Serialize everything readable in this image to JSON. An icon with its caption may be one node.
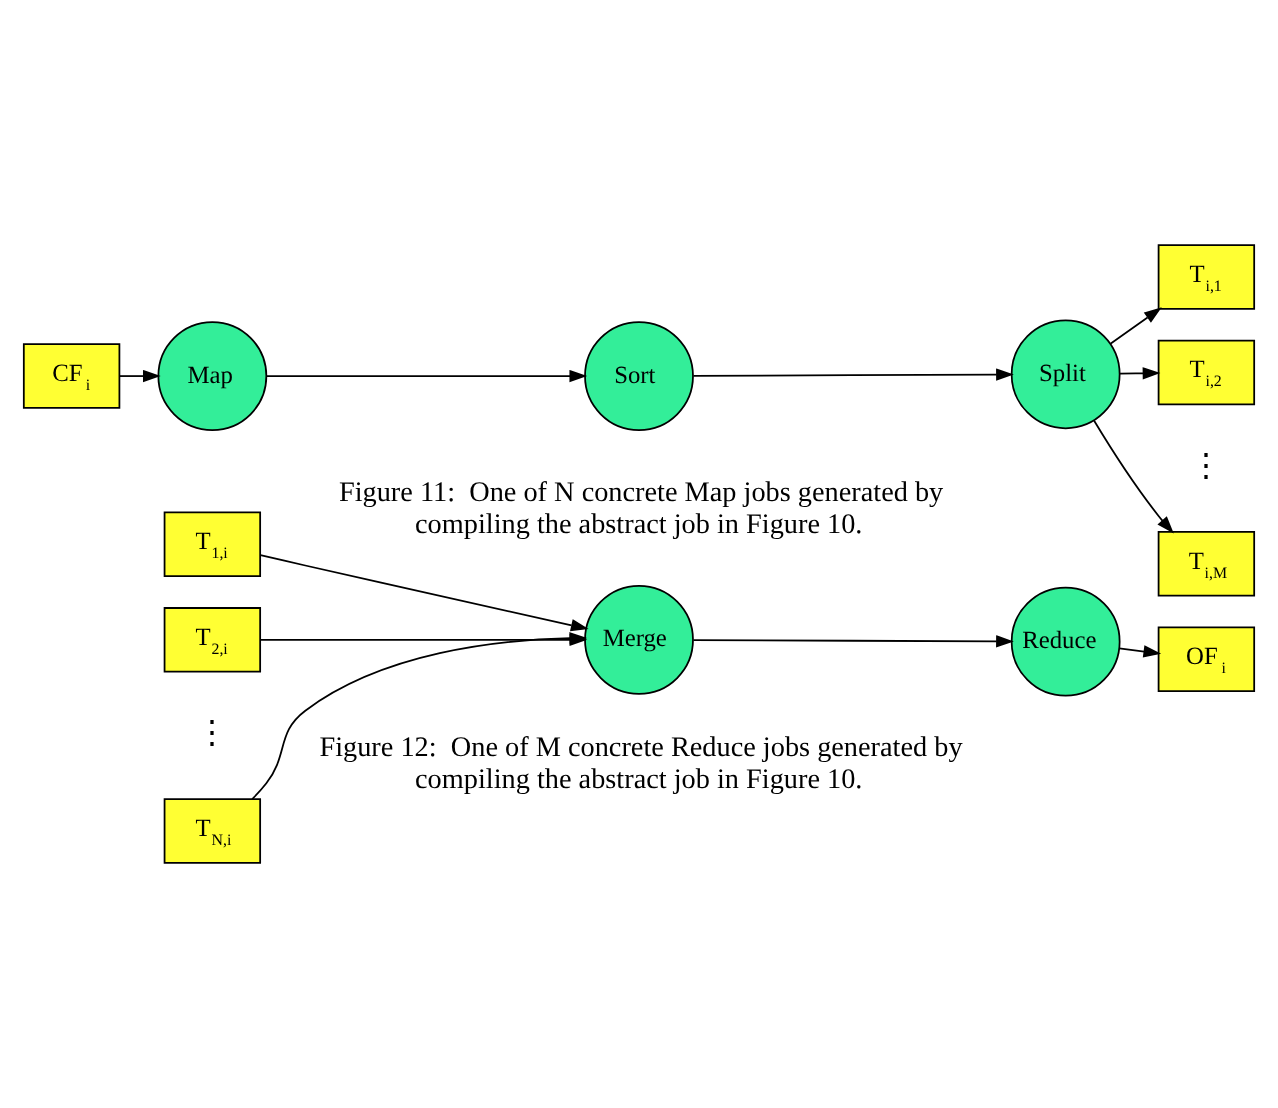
{
  "diagram": {
    "nodes": [
      {
        "text": [
          "CF$_{i}$"
        ]
      },
      {
        "text": [
          "Map"
        ]
      },
      {
        "text": [
          "Sort"
        ]
      },
      {
        "text": [
          "Split"
        ]
      },
      {
        "text": [
          "T$_{i,1}$"
        ]
      },
      {
        "text": [
          "T$_{i,2}$"
        ]
      },
      {
        "text": [
          "T$_{i,M}$"
        ]
      },
      {
        "text": [
          "T$_{1,i}$"
        ]
      },
      {
        "text": [
          "T$_{2,i}$"
        ]
      },
      {
        "text": [
          "T$_{N,i}$"
        ]
      },
      {
        "text": [
          "Merge"
        ]
      },
      {
        "text": [
          "Reduce"
        ]
      },
      {
        "text": [
          "OF$_{i}$"
        ]
      }
    ],
    "edges": [
      {
        "from": 0,
        "to": 1,
        "arrow": "to"
      },
      {
        "from": 1,
        "to": 2,
        "arrow": "to"
      },
      {
        "from": 2,
        "to": 3,
        "arrow": "to"
      },
      {
        "from": 3,
        "to": 4,
        "arrow": "to"
      },
      {
        "from": 3,
        "to": 5,
        "arrow": "to"
      },
      {
        "from": 3,
        "to": 6,
        "arrow": "to"
      },
      {
        "from": 7,
        "to": 10,
        "arrow": "to"
      },
      {
        "from": 8,
        "to": 10,
        "arrow": "to"
      },
      {
        "from": 9,
        "to": 10,
        "arrow": "to"
      },
      {
        "from": 10,
        "to": 11,
        "arrow": "to"
      },
      {
        "from": 11,
        "to": 12,
        "arrow": "to"
      }
    ],
    "labels": [
      "⋮",
      "Figure 11:  One of N concrete Map jobs generated by compiling the abstract job in Figure 10.",
      "⋮",
      "Figure 12:  One of M concrete Reduce jobs generated by compiling the abstract job in Figure 10."
    ]
  }
}
